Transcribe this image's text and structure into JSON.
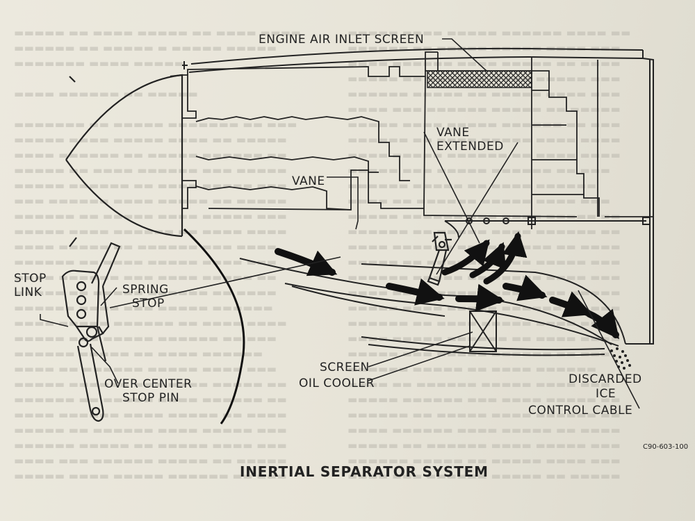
{
  "diagram": {
    "title": "INERTIAL SEPARATOR SYSTEM",
    "reference": "C90-603-100",
    "labels": {
      "inlet_screen": "ENGINE AIR INLET SCREEN",
      "vane_extended_1": "VANE",
      "vane_extended_2": "EXTENDED",
      "vane": "VANE",
      "stop_link_1": "STOP",
      "stop_link_2": "LINK",
      "spring_stop_1": "SPRING",
      "spring_stop_2": "STOP",
      "over_center_1": "OVER CENTER",
      "over_center_2": "STOP PIN",
      "screen": "SCREEN",
      "oil_cooler": "OIL COOLER",
      "discarded_ice_1": "DISCARDED",
      "discarded_ice_2": "ICE",
      "control_cable": "CONTROL CABLE"
    }
  }
}
